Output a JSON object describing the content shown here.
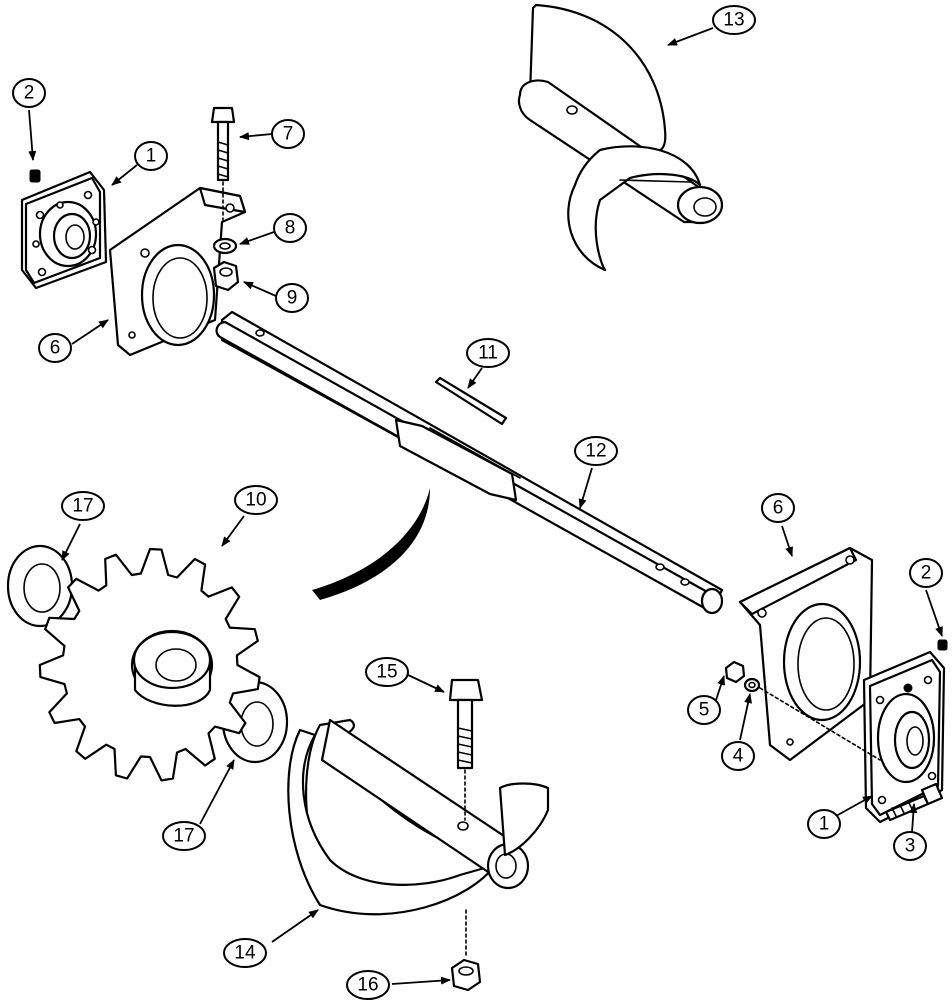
{
  "diagram": {
    "callouts": {
      "c1a": "1",
      "c1b": "1",
      "c2a": "2",
      "c2b": "2",
      "c3": "3",
      "c4": "4",
      "c5": "5",
      "c6a": "6",
      "c6b": "6",
      "c7": "7",
      "c8": "8",
      "c9": "9",
      "c10": "10",
      "c11": "11",
      "c12": "12",
      "c13": "13",
      "c14": "14",
      "c15": "15",
      "c16": "16",
      "c17a": "17",
      "c17b": "17"
    }
  }
}
